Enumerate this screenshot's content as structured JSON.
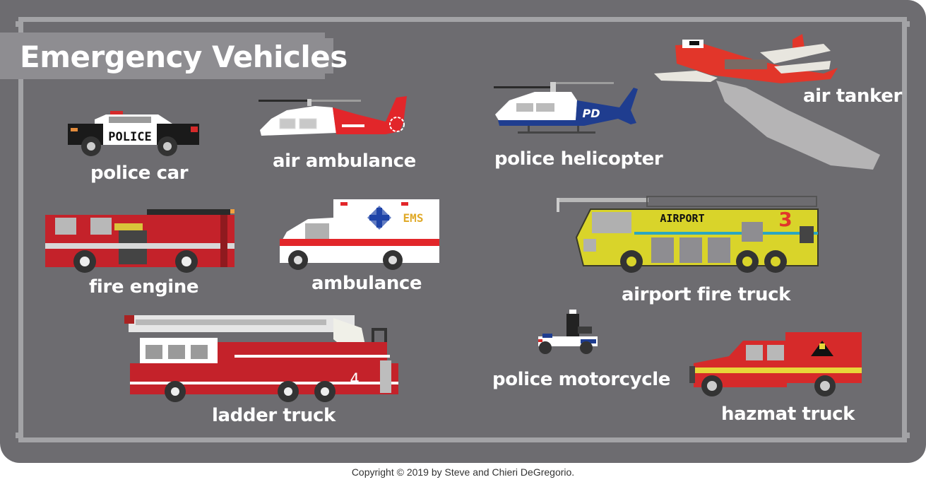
{
  "title": "Emergency Vehicles",
  "colors": {
    "background": "#6d6c70",
    "frame": "#a3a3a6",
    "title_bar": "#8e8d91",
    "label_text": "#ffffff",
    "fire_red": "#c4222a",
    "police_blue": "#1f3d8f",
    "airport_yellow": "#d9d42a"
  },
  "vehicles": [
    {
      "id": "police-car",
      "label": "police car",
      "badge_text": "POLICE"
    },
    {
      "id": "air-ambulance",
      "label": "air ambulance"
    },
    {
      "id": "police-helicopter",
      "label": "police helicopter",
      "badge_text": "PD"
    },
    {
      "id": "air-tanker",
      "label": "air tanker"
    },
    {
      "id": "fire-engine",
      "label": "fire engine"
    },
    {
      "id": "ambulance",
      "label": "ambulance",
      "badge_text": "EMS"
    },
    {
      "id": "airport-fire-truck",
      "label": "airport fire truck",
      "badge_text": "AIRPORT",
      "unit_number": "3"
    },
    {
      "id": "ladder-truck",
      "label": "ladder truck",
      "unit_number": "4"
    },
    {
      "id": "police-motorcycle",
      "label": "police motorcycle"
    },
    {
      "id": "hazmat-truck",
      "label": "hazmat truck"
    }
  ],
  "copyright": "Copyright © 2019 by Steve and Chieri DeGregorio."
}
